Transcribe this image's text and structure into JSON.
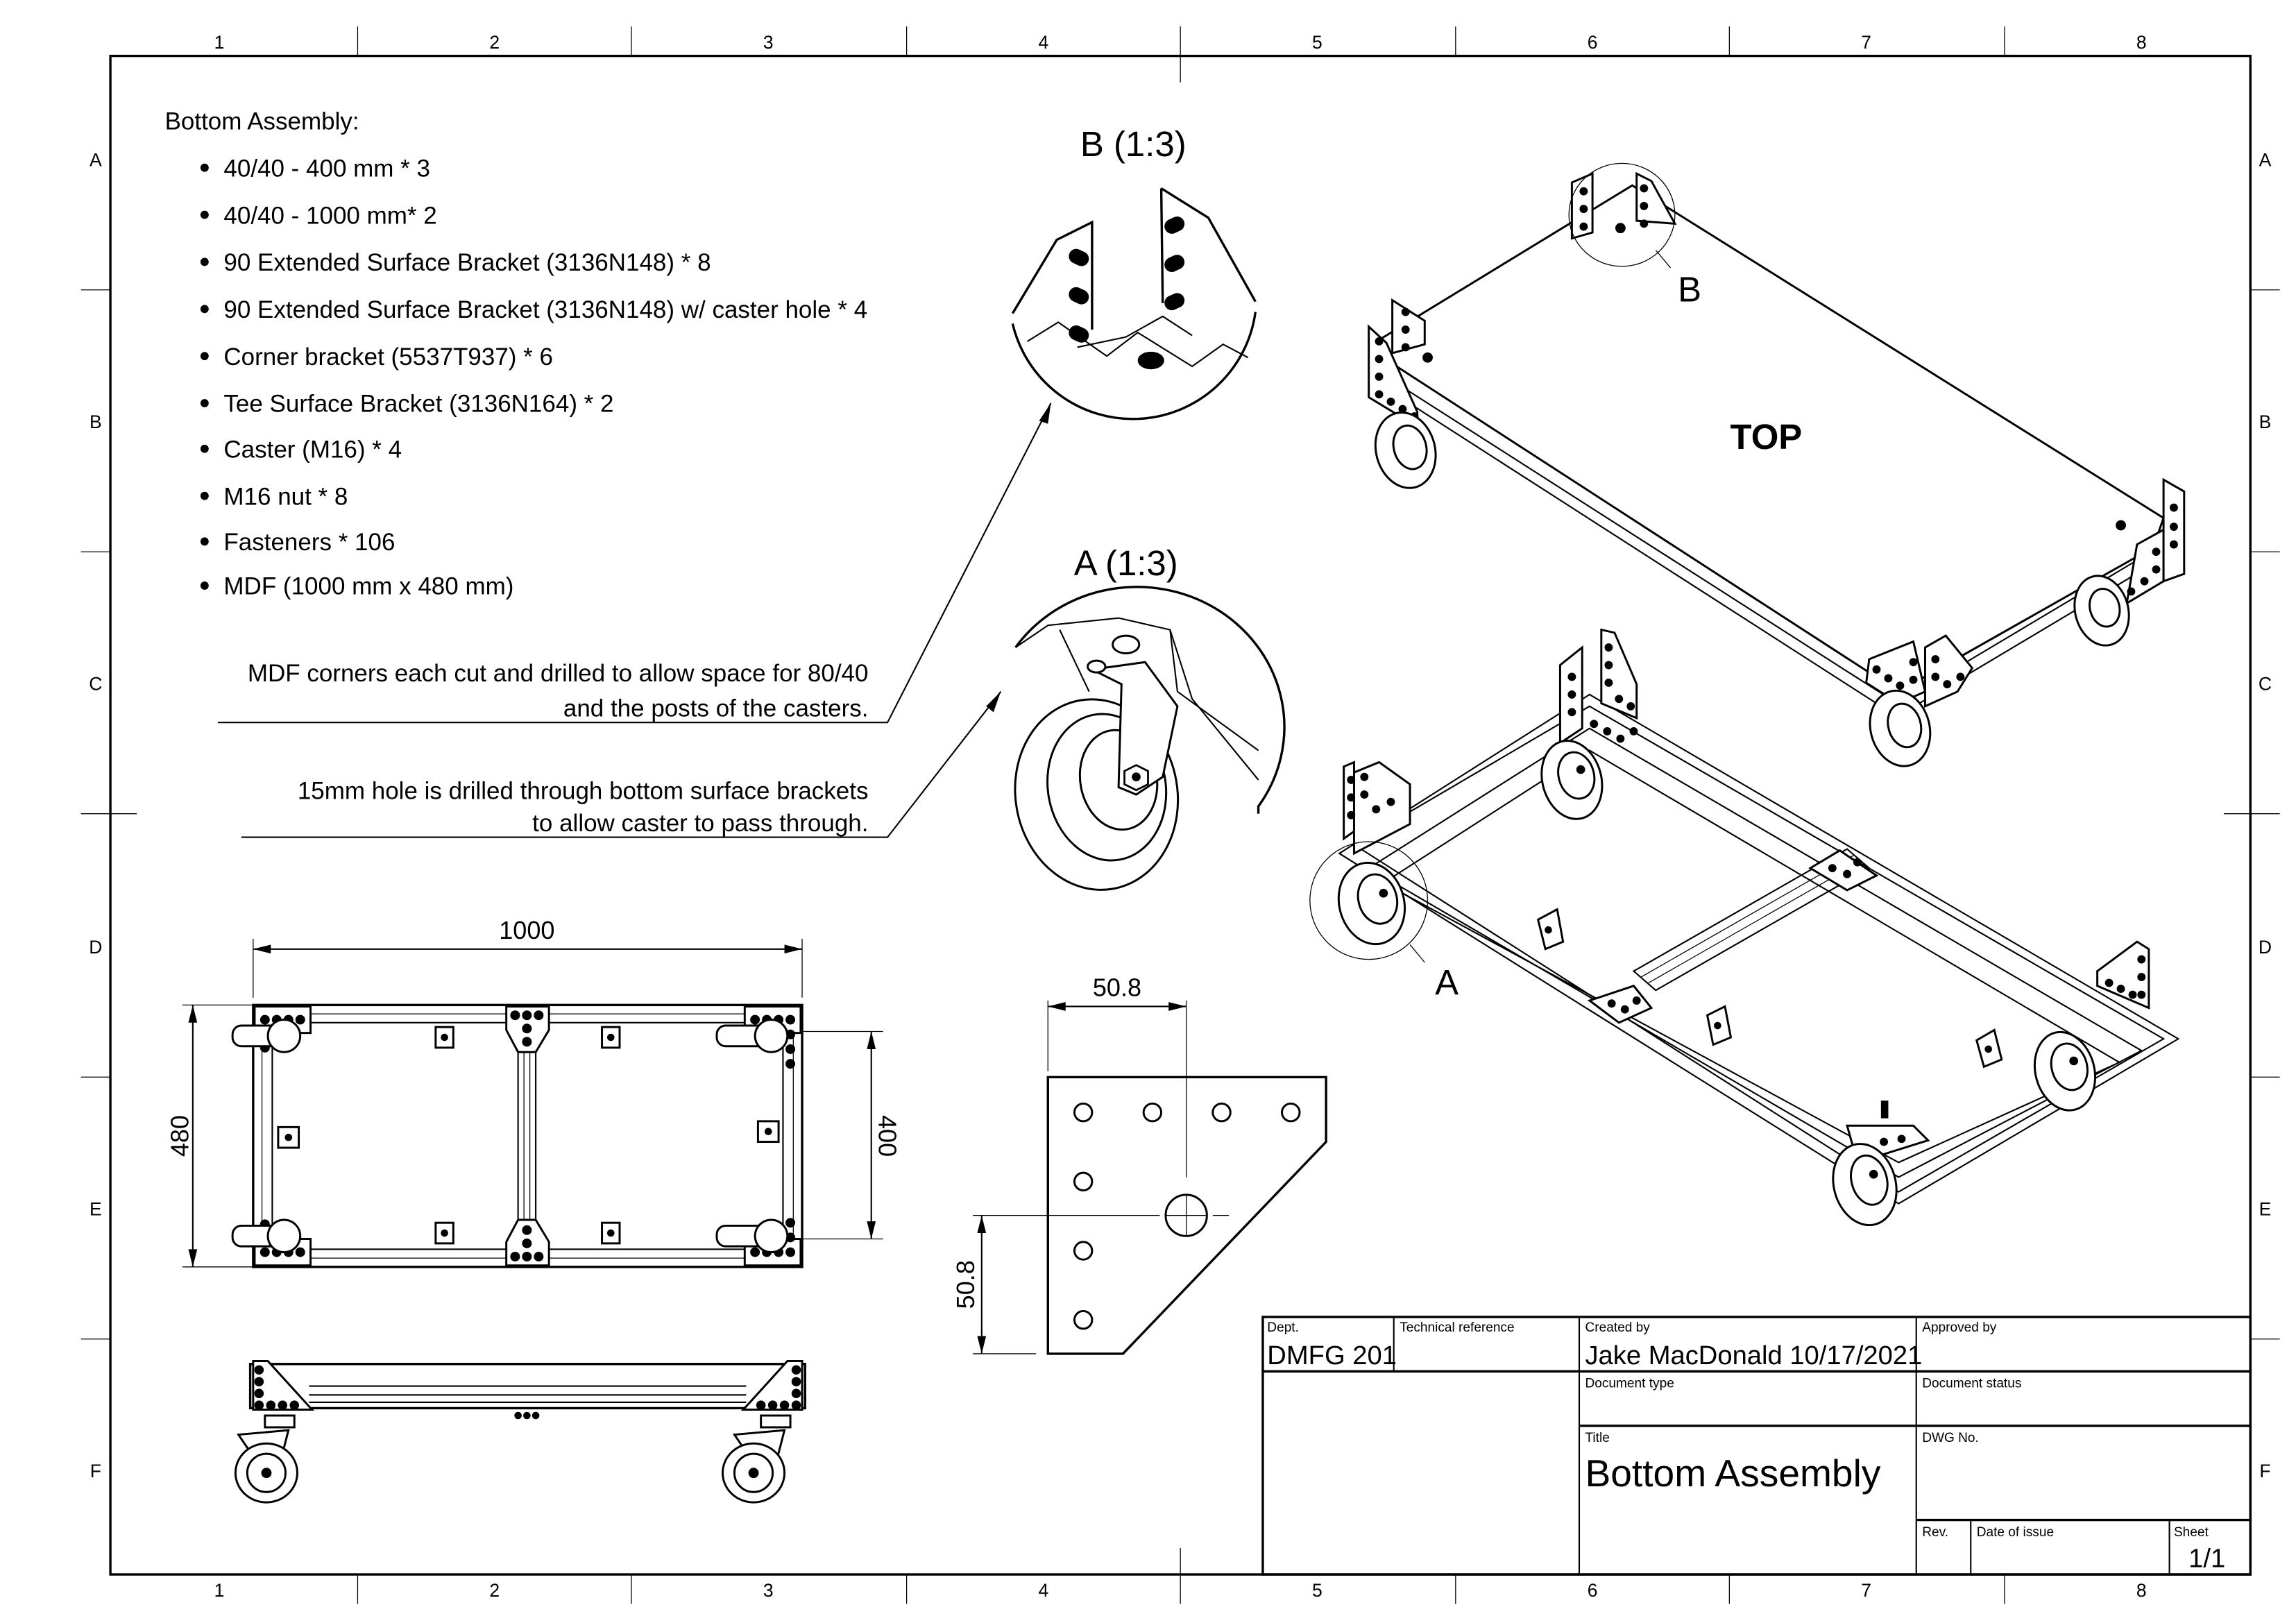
{
  "sheet": {
    "columns": [
      "1",
      "2",
      "3",
      "4",
      "5",
      "6",
      "7",
      "8"
    ],
    "rows": [
      "A",
      "B",
      "C",
      "D",
      "E",
      "F"
    ]
  },
  "parts_list": {
    "heading": "Bottom Assembly:",
    "items": [
      "40/40 - 400 mm * 3",
      "40/40 - 1000 mm* 2",
      "90 Extended Surface Bracket (3136N148) * 8",
      "90 Extended Surface Bracket (3136N148) w/ caster hole * 4",
      "Corner bracket (5537T937) * 6",
      "Tee Surface Bracket (3136N164) * 2",
      "Caster (M16) * 4",
      "M16 nut * 8",
      "Fasteners * 106",
      "MDF (1000 mm x 480 mm)"
    ]
  },
  "notes": {
    "mdf_note": [
      "MDF corners each cut and drilled to allow space for 80/40",
      "and the posts of the casters."
    ],
    "hole_note": [
      "15mm hole is drilled through bottom surface brackets",
      "to allow caster to pass through."
    ]
  },
  "details": {
    "b_title": "B (1:3)",
    "a_title": "A (1:3)",
    "b_callout": "B",
    "a_callout": "A",
    "top_label": "TOP"
  },
  "dimensions": {
    "length": "1000",
    "width": "480",
    "inner_width": "400",
    "bracket_horizontal": "50.8",
    "bracket_vertical": "50.8"
  },
  "title_block": {
    "dept_label": "Dept.",
    "dept_value": "DMFG 201",
    "tech_ref_label": "Technical reference",
    "created_by_label": "Created by",
    "created_by_value": "Jake MacDonald 10/17/2021",
    "approved_by_label": "Approved by",
    "doc_type_label": "Document type",
    "doc_status_label": "Document status",
    "title_label": "Title",
    "title_value": "Bottom Assembly",
    "dwg_no_label": "DWG No.",
    "rev_label": "Rev.",
    "date_of_issue_label": "Date of issue",
    "sheet_label": "Sheet",
    "sheet_value": "1/1"
  }
}
